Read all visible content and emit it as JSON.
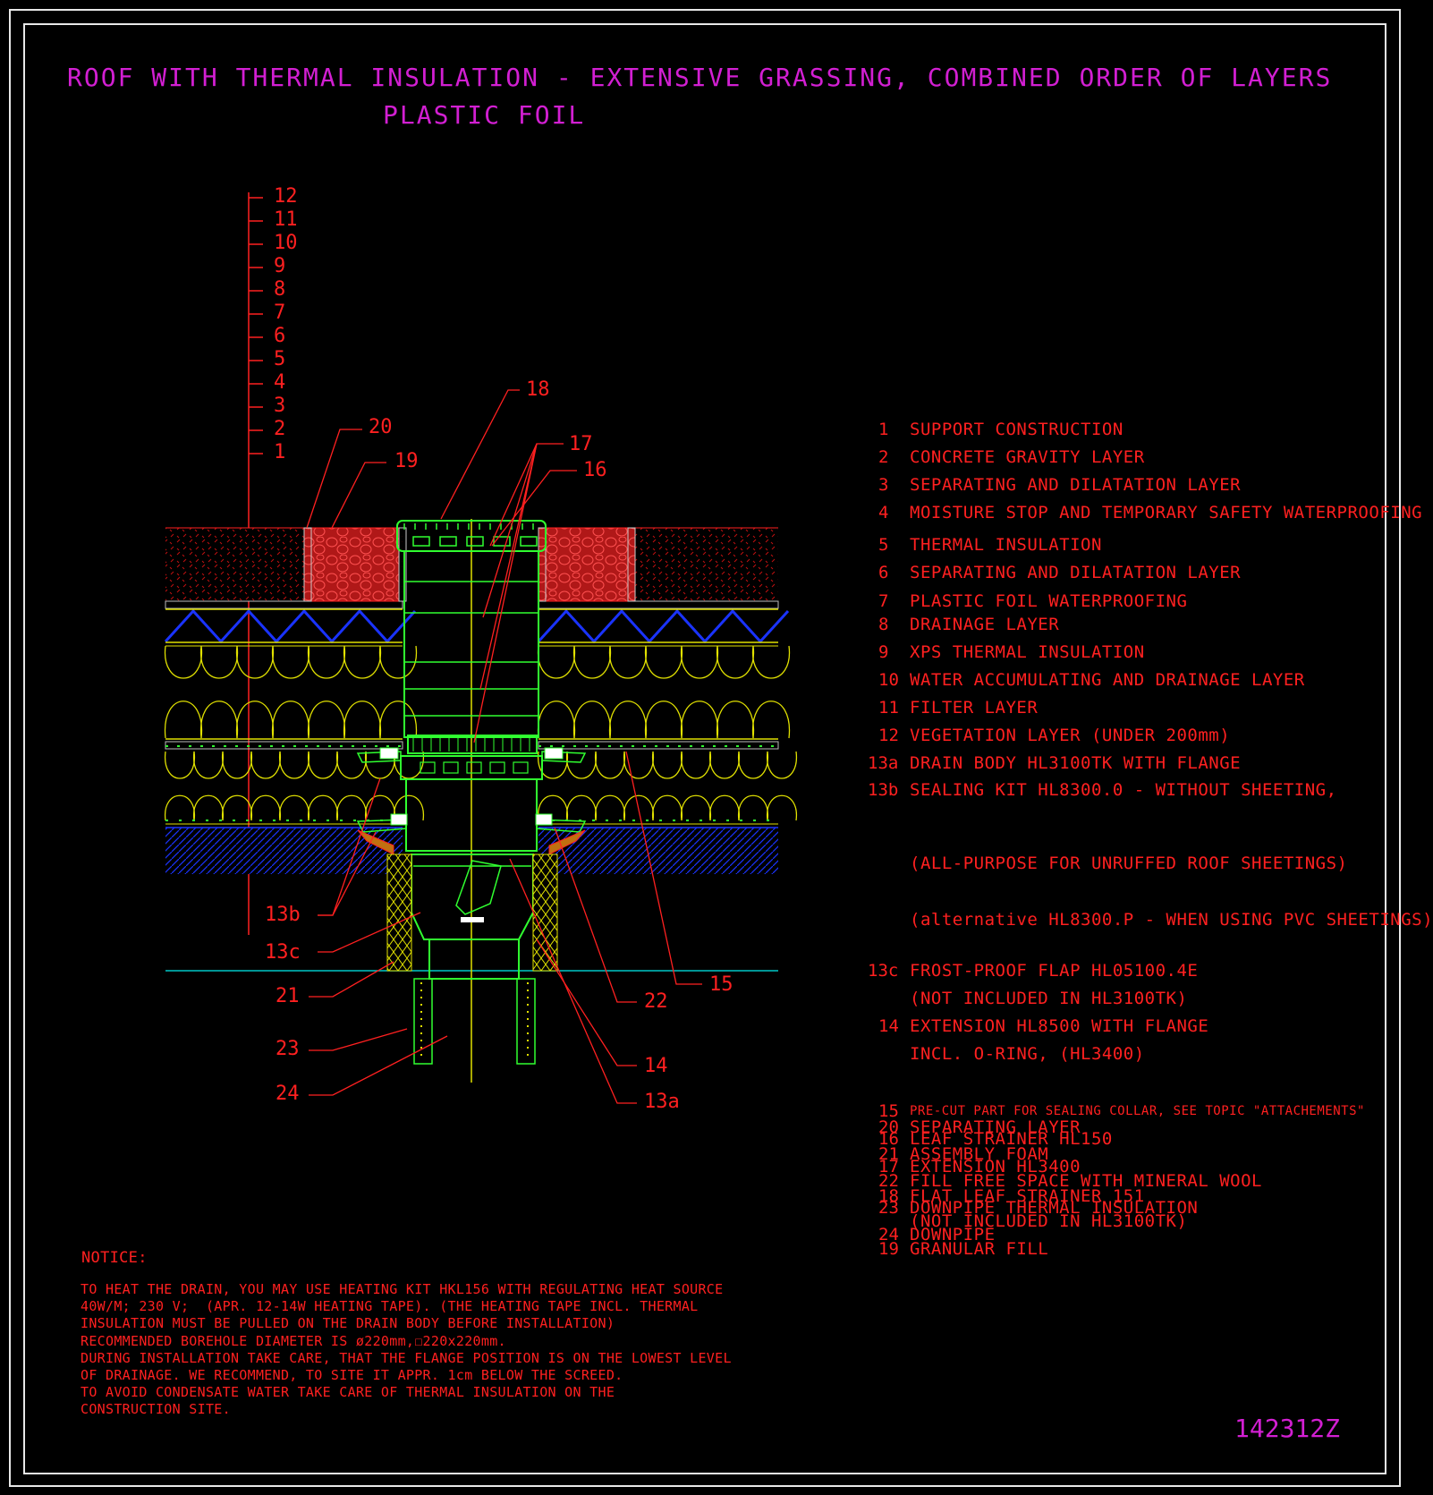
{
  "title": {
    "line1": "ROOF WITH THERMAL INSULATION - EXTENSIVE GRASSING, COMBINED ORDER OF LAYERS",
    "line2": "PLASTIC FOIL"
  },
  "drawing_code": "142312Z",
  "layer_scale": [
    "12",
    "11",
    "10",
    "9",
    "8",
    "7",
    "6",
    "5",
    "4",
    "3",
    "2",
    "1"
  ],
  "callouts": {
    "c18": "18",
    "c20": "20",
    "c19": "19",
    "c17": "17",
    "c16": "16",
    "c13b": "13b",
    "c13c": "13c",
    "c21": "21",
    "c23": "23",
    "c24": "24",
    "c15": "15",
    "c22": "22",
    "c14": "14",
    "c13a": "13a"
  },
  "legend": [
    {
      "num": "1",
      "lines": [
        "SUPPORT CONSTRUCTION"
      ]
    },
    {
      "num": "2",
      "lines": [
        "CONCRETE GRAVITY LAYER"
      ]
    },
    {
      "num": "3",
      "lines": [
        "SEPARATING AND DILATATION LAYER"
      ]
    },
    {
      "num": "4",
      "lines": [
        "MOISTURE STOP AND TEMPORARY SAFETY WATERPROOFING"
      ]
    },
    {
      "num": "5",
      "lines": [
        "THERMAL INSULATION"
      ]
    },
    {
      "num": "6",
      "lines": [
        "SEPARATING AND DILATATION LAYER"
      ]
    },
    {
      "num": "7",
      "lines": [
        "PLASTIC FOIL WATERPROOFING"
      ]
    },
    {
      "num": "8",
      "lines": [
        "DRAINAGE LAYER"
      ]
    },
    {
      "num": "9",
      "lines": [
        "XPS THERMAL INSULATION"
      ]
    },
    {
      "num": "10",
      "lines": [
        "WATER ACCUMULATING AND DRAINAGE LAYER"
      ]
    },
    {
      "num": "11",
      "lines": [
        "FILTER LAYER"
      ]
    },
    {
      "num": "12",
      "lines": [
        "VEGETATION LAYER (UNDER 200mm)"
      ]
    },
    {
      "num": "13a",
      "lines": [
        "DRAIN BODY HL3100TK WITH FLANGE"
      ]
    },
    {
      "num": "13b",
      "lines": [
        "SEALING KIT HL8300.0 - WITHOUT SHEETING,",
        "(ALL-PURPOSE FOR UNRUFFED ROOF SHEETINGS)",
        "(alternative HL8300.P - WHEN USING PVC SHEETINGS)"
      ]
    },
    {
      "num": "13c",
      "lines": [
        "FROST-PROOF FLAP HL05100.4E",
        "(NOT INCLUDED IN HL3100TK)"
      ]
    },
    {
      "num": "14",
      "lines": [
        "EXTENSION HL8500 WITH FLANGE",
        "INCL. O-RING, (HL3400)"
      ]
    },
    {
      "num": "15",
      "lines": [
        "PRE-CUT PART FOR SEALING COLLAR, SEE TOPIC \"ATTACHEMENTS\""
      ]
    },
    {
      "num": "16",
      "lines": [
        "LEAF STRAINER HL150"
      ]
    },
    {
      "num": "17",
      "lines": [
        "EXTENSION HL3400"
      ]
    },
    {
      "num": "18",
      "lines": [
        "FLAT LEAF STRAINER 151",
        "(NOT INCLUDED IN HL3100TK)"
      ]
    },
    {
      "num": "19",
      "lines": [
        "GRANULAR FILL"
      ]
    },
    {
      "num": "20",
      "lines": [
        "SEPARATING LAYER"
      ]
    },
    {
      "num": "21",
      "lines": [
        "ASSEMBLY FOAM"
      ]
    },
    {
      "num": "22",
      "lines": [
        "FILL FREE SPACE WITH MINERAL WOOL"
      ]
    },
    {
      "num": "23",
      "lines": [
        "DOWNPIPE THERMAL INSULATION"
      ]
    },
    {
      "num": "24",
      "lines": [
        "DOWNPIPE"
      ]
    }
  ],
  "notice": {
    "heading": "NOTICE:",
    "lines": [
      "TO HEAT THE DRAIN, YOU MAY USE HEATING KIT HKL156 WITH REGULATING HEAT SOURCE",
      "40W/M; 230 V;  (APR. 12-14W HEATING TAPE). (THE HEATING TAPE INCL. THERMAL",
      "INSULATION MUST BE PULLED ON THE DRAIN BODY BEFORE INSTALLATION)",
      "RECOMMENDED BOREHOLE DIAMETER IS ø220mm,☐220x220mm.",
      "DURING INSTALLATION TAKE CARE, THAT THE FLANGE POSITION IS ON THE LOWEST LEVEL",
      "OF DRAINAGE. WE RECOMMEND, TO SITE IT APPR. 1cm BELOW THE SCREED.",
      "TO AVOID CONDENSATE WATER TAKE CARE OF THERMAL INSULATION ON THE",
      "CONSTRUCTION SITE."
    ]
  },
  "colors": {
    "title": "#d21fd2",
    "annotation": "#ff2020",
    "insulation": "#e0e000",
    "drain": "#30ff30",
    "drainage_blue": "#1a33ff",
    "cyan": "#00c8c8",
    "frame": "#e8e8e8"
  }
}
